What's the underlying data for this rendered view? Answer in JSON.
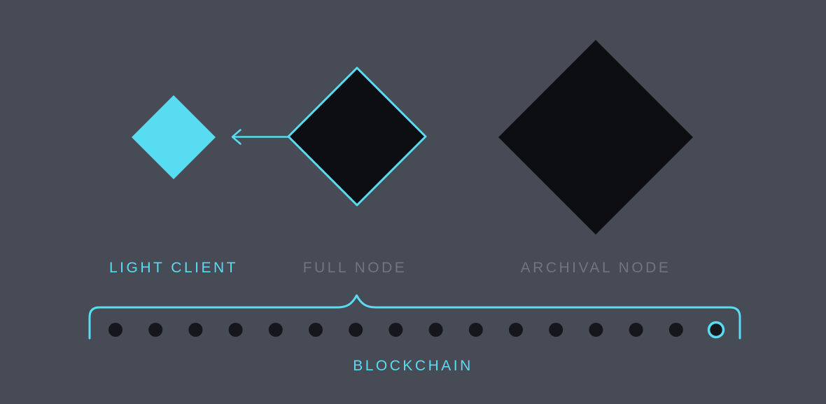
{
  "colors": {
    "background": "#474B55",
    "accent": "#58DCF2",
    "node_fill": "#0C0E12",
    "dot_fill": "#15171C",
    "muted_label": "#70757E"
  },
  "nodes": [
    {
      "id": "light-client",
      "label": "LIGHT CLIENT",
      "style": "accent-filled-diamond",
      "emphasized": true
    },
    {
      "id": "full-node",
      "label": "FULL NODE",
      "style": "outlined-diamond",
      "emphasized": false
    },
    {
      "id": "archival-node",
      "label": "ARCHIVAL NODE",
      "style": "dark-filled-diamond",
      "emphasized": false
    }
  ],
  "arrow": {
    "from": "full-node",
    "to": "light-client",
    "direction": "left"
  },
  "blockchain": {
    "label": "BLOCKCHAIN",
    "dot_count": 16,
    "open_dot_index": 15,
    "brace_points_at": "full-node"
  }
}
